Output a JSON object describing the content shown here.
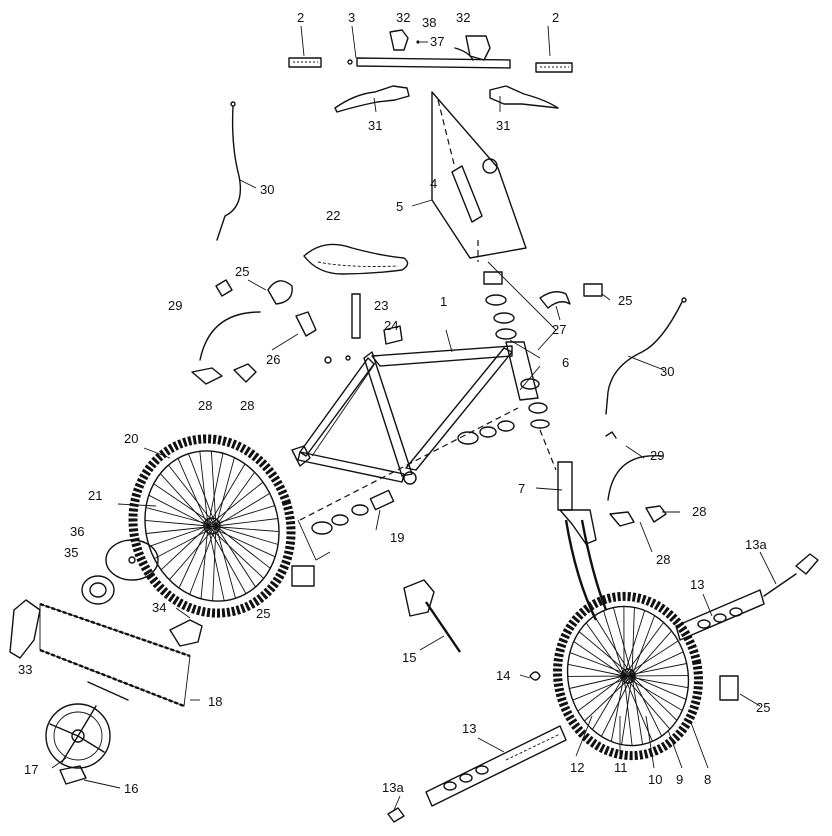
{
  "callouts": [
    {
      "id": "2a",
      "text": "2"
    },
    {
      "id": "3",
      "text": "3"
    },
    {
      "id": "32a",
      "text": "32"
    },
    {
      "id": "38",
      "text": "38"
    },
    {
      "id": "37",
      "text": "37"
    },
    {
      "id": "32b",
      "text": "32"
    },
    {
      "id": "2b",
      "text": "2"
    },
    {
      "id": "31a",
      "text": "31"
    },
    {
      "id": "31b",
      "text": "31"
    },
    {
      "id": "30a",
      "text": "30"
    },
    {
      "id": "4",
      "text": "4"
    },
    {
      "id": "5",
      "text": "5"
    },
    {
      "id": "22",
      "text": "22"
    },
    {
      "id": "25a",
      "text": "25"
    },
    {
      "id": "25b",
      "text": "25"
    },
    {
      "id": "29a",
      "text": "29"
    },
    {
      "id": "23",
      "text": "23"
    },
    {
      "id": "24",
      "text": "24"
    },
    {
      "id": "1",
      "text": "1"
    },
    {
      "id": "27",
      "text": "27"
    },
    {
      "id": "6",
      "text": "6"
    },
    {
      "id": "26",
      "text": "26"
    },
    {
      "id": "30b",
      "text": "30"
    },
    {
      "id": "28a",
      "text": "28"
    },
    {
      "id": "28b",
      "text": "28"
    },
    {
      "id": "29b",
      "text": "29"
    },
    {
      "id": "20",
      "text": "20"
    },
    {
      "id": "7",
      "text": "7"
    },
    {
      "id": "21",
      "text": "21"
    },
    {
      "id": "28c",
      "text": "28"
    },
    {
      "id": "19",
      "text": "19"
    },
    {
      "id": "36",
      "text": "36"
    },
    {
      "id": "28d",
      "text": "28"
    },
    {
      "id": "13a1",
      "text": "13a"
    },
    {
      "id": "35",
      "text": "35"
    },
    {
      "id": "13b",
      "text": "13"
    },
    {
      "id": "25c",
      "text": "25"
    },
    {
      "id": "34",
      "text": "34"
    },
    {
      "id": "33",
      "text": "33"
    },
    {
      "id": "15",
      "text": "15"
    },
    {
      "id": "14",
      "text": "14"
    },
    {
      "id": "18",
      "text": "18"
    },
    {
      "id": "25d",
      "text": "25"
    },
    {
      "id": "13c",
      "text": "13"
    },
    {
      "id": "17",
      "text": "17"
    },
    {
      "id": "12",
      "text": "12"
    },
    {
      "id": "11",
      "text": "11"
    },
    {
      "id": "10",
      "text": "10"
    },
    {
      "id": "9",
      "text": "9"
    },
    {
      "id": "8",
      "text": "8"
    },
    {
      "id": "16",
      "text": "16"
    },
    {
      "id": "13a2",
      "text": "13a"
    }
  ]
}
